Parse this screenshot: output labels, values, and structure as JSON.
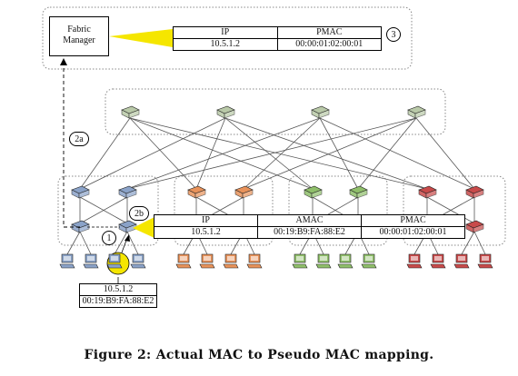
{
  "fabric_manager": {
    "label_line1": "Fabric",
    "label_line2": "Manager"
  },
  "top_table": {
    "headers": [
      "IP",
      "PMAC"
    ],
    "values": [
      "10.5.1.2",
      "00:00:01:02:00:01"
    ]
  },
  "mid_table": {
    "headers": [
      "IP",
      "AMAC",
      "PMAC"
    ],
    "values": [
      "10.5.1.2",
      "00:19:B9:FA:88:E2",
      "00:00:01:02:00:01"
    ]
  },
  "host_table": {
    "values": [
      "10.5.1.2",
      "00:19:B9:FA:88:E2"
    ]
  },
  "steps": {
    "s1": "1",
    "s2a": "2a",
    "s2b": "2b",
    "s3": "3"
  },
  "caption": "Figure 2: Actual MAC to Pseudo MAC mapping.",
  "colors": {
    "pod1": "#8aa2c8",
    "pod2": "#e8925a",
    "pod3": "#8fbf6a",
    "pod4": "#c84a4a",
    "core": "#b9c9a8",
    "highlight": "#f5e600"
  }
}
